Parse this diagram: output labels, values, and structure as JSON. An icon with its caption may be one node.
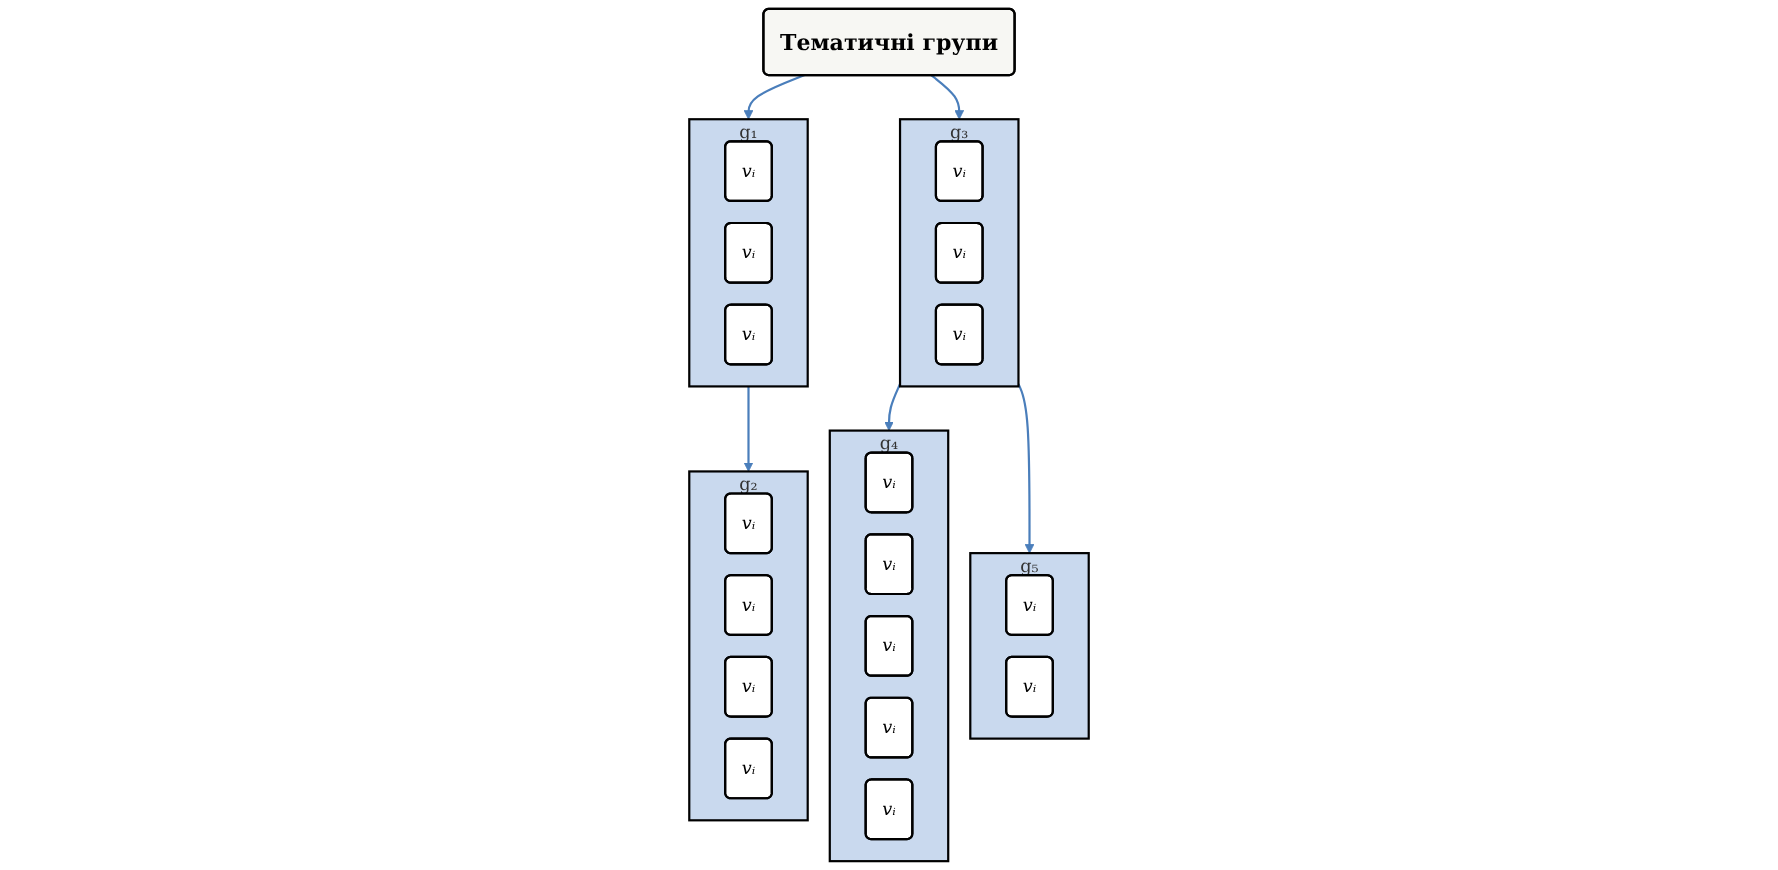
{
  "diagram": {
    "nodes": [
      {
        "text": [
          "Тематичні групи"
        ]
      },
      {
        "text": [
          "g₁"
        ]
      },
      {
        "text": [
          "vᵢ"
        ],
        "in": 1
      },
      {
        "text": [
          "vᵢ"
        ],
        "in": 1
      },
      {
        "text": [
          "vᵢ"
        ],
        "in": 1
      },
      {
        "text": [
          "g₃"
        ]
      },
      {
        "text": [
          "vᵢ"
        ],
        "in": 5
      },
      {
        "text": [
          "vᵢ"
        ],
        "in": 5
      },
      {
        "text": [
          "vᵢ"
        ],
        "in": 5
      },
      {
        "text": [
          "g₂"
        ]
      },
      {
        "text": [
          "vᵢ"
        ],
        "in": 9
      },
      {
        "text": [
          "vᵢ"
        ],
        "in": 9
      },
      {
        "text": [
          "vᵢ"
        ],
        "in": 9
      },
      {
        "text": [
          "vᵢ"
        ],
        "in": 9
      },
      {
        "text": [
          "g₄"
        ]
      },
      {
        "text": [
          "vᵢ"
        ],
        "in": 14
      },
      {
        "text": [
          "vᵢ"
        ],
        "in": 14
      },
      {
        "text": [
          "vᵢ"
        ],
        "in": 14
      },
      {
        "text": [
          "vᵢ"
        ],
        "in": 14
      },
      {
        "text": [
          "vᵢ"
        ],
        "in": 14
      },
      {
        "text": [
          "g₅"
        ]
      },
      {
        "text": [
          "vᵢ"
        ],
        "in": 20
      },
      {
        "text": [
          "vᵢ"
        ],
        "in": 20
      }
    ],
    "edges": [
      {
        "from": 0,
        "to": 1,
        "arrow": "to"
      },
      {
        "from": 0,
        "to": 5,
        "arrow": "to"
      },
      {
        "from": 1,
        "to": 9,
        "arrow": "to"
      },
      {
        "from": 5,
        "to": 14,
        "arrow": "to"
      },
      {
        "from": 5,
        "to": 20,
        "arrow": "to"
      }
    ]
  }
}
